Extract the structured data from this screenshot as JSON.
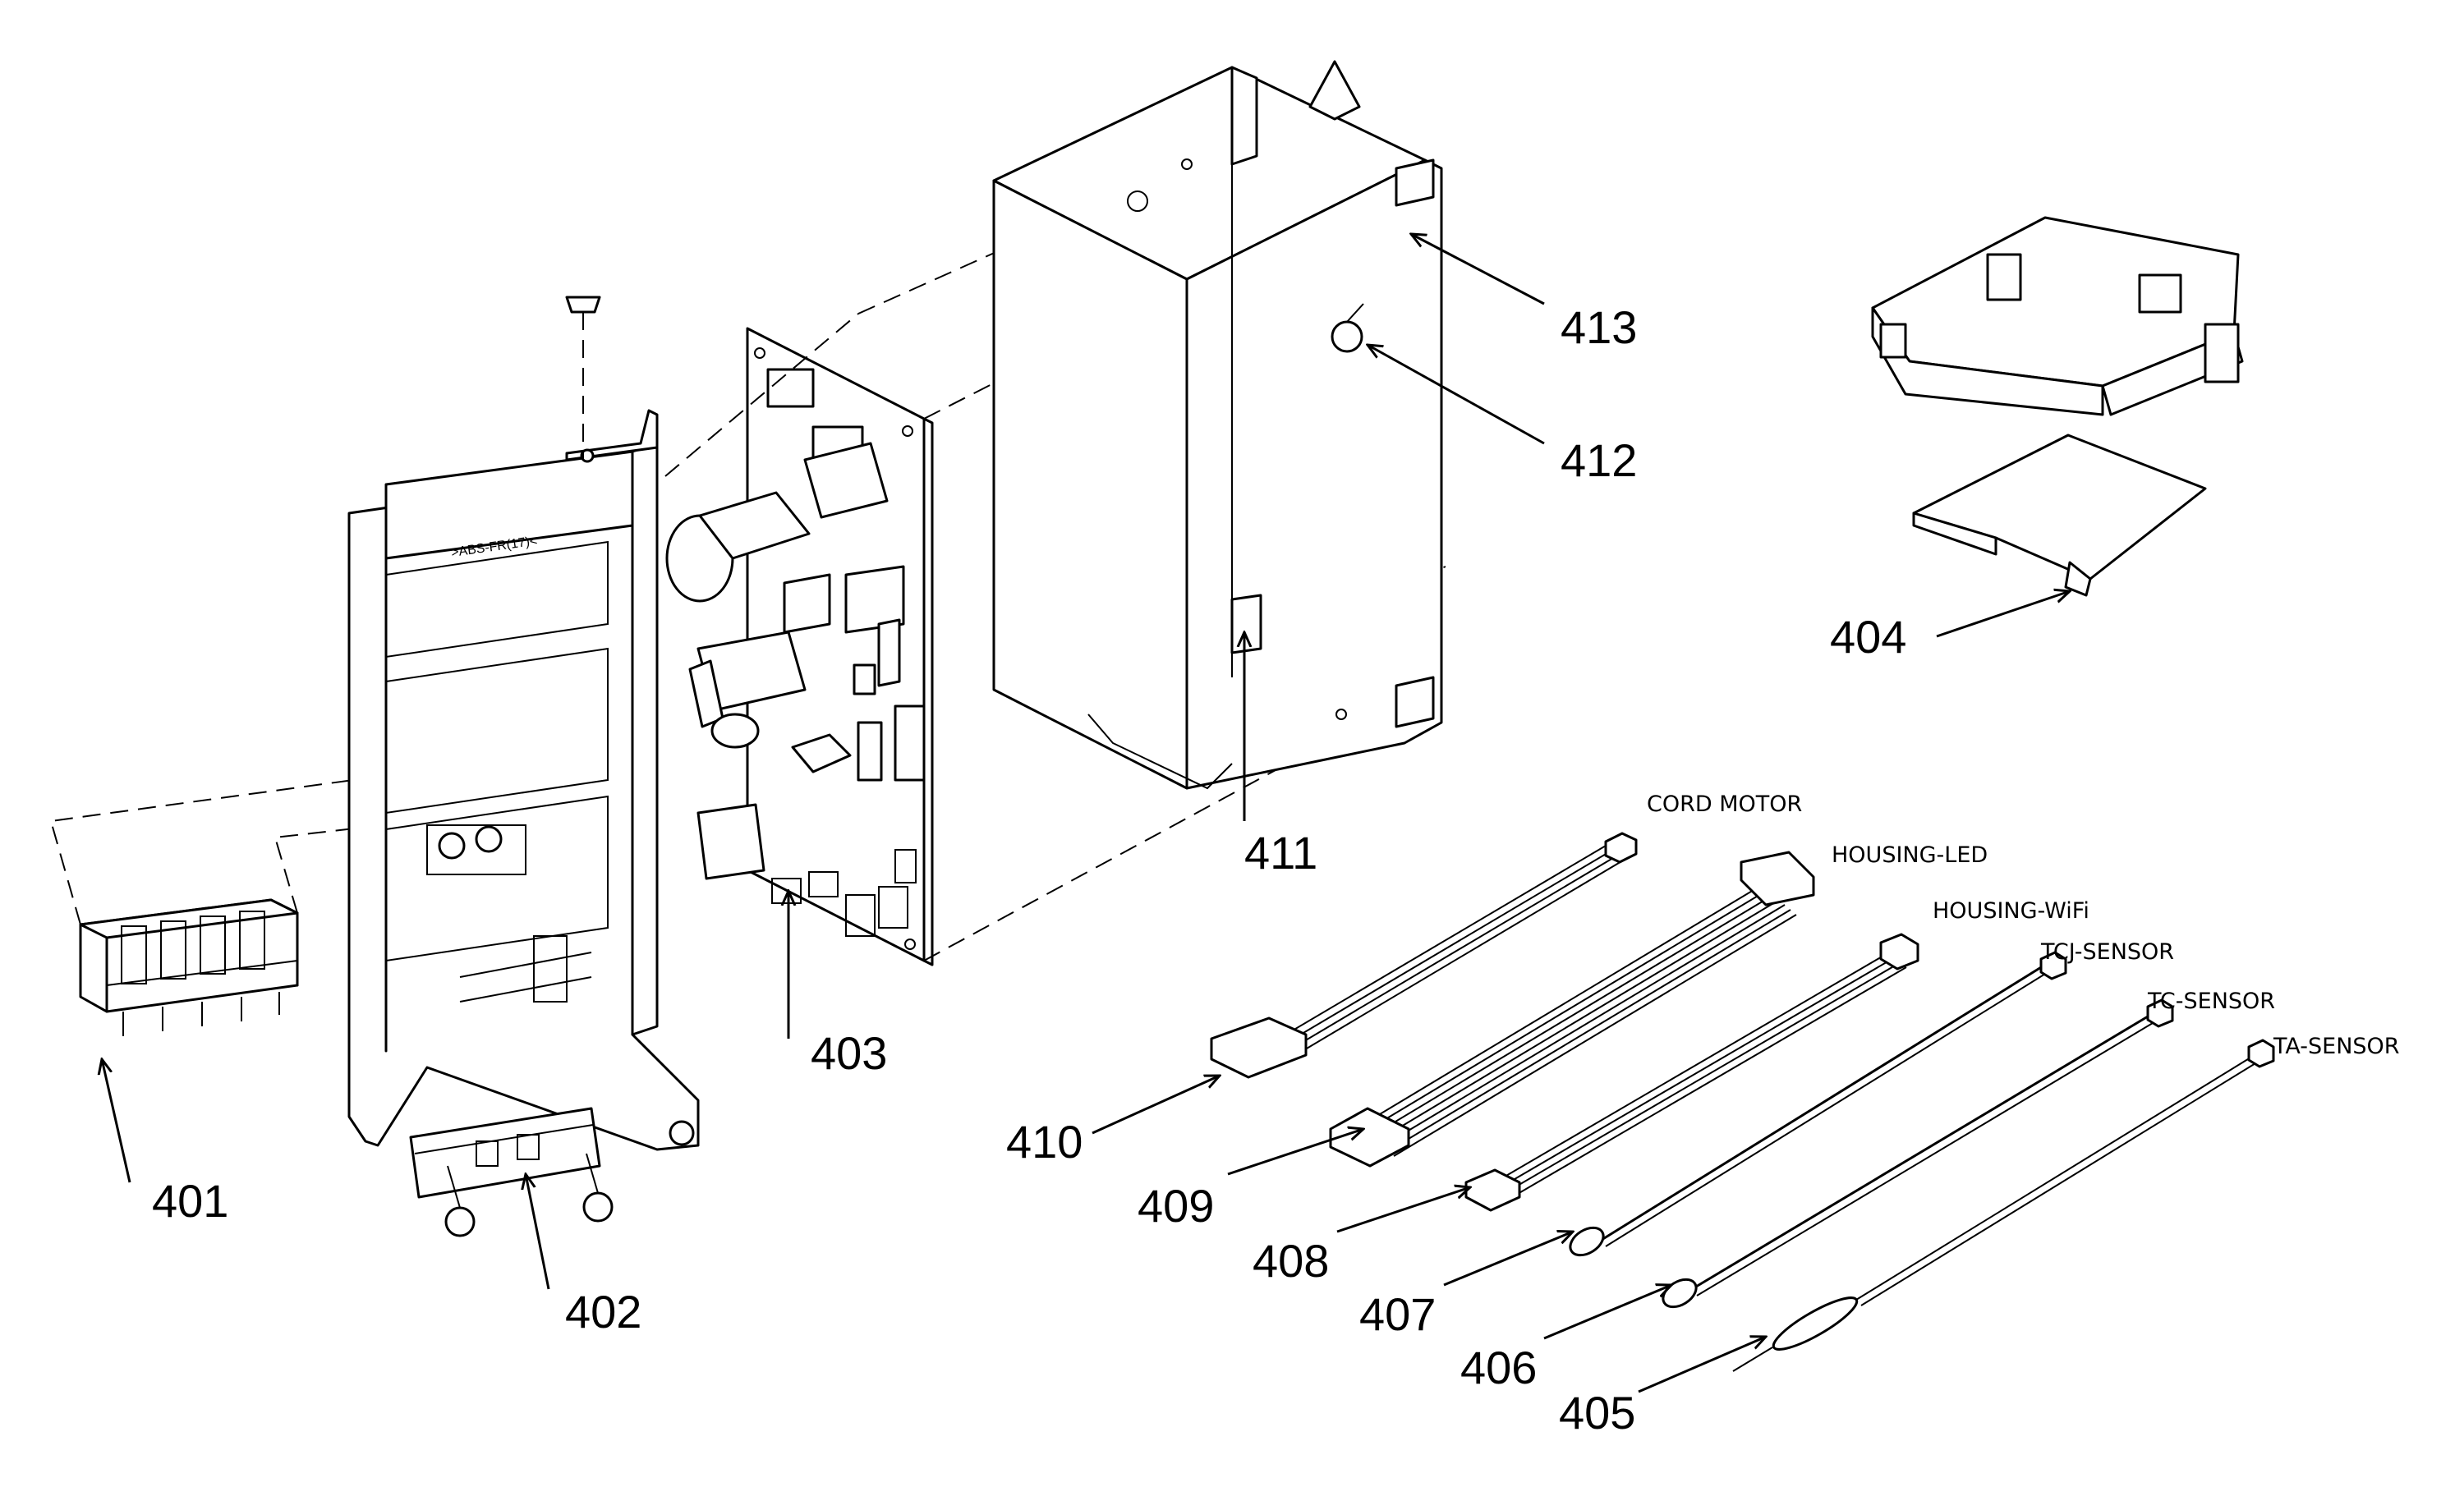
{
  "parts": {
    "p401": "401",
    "p402": "402",
    "p403": "403",
    "p404": "404",
    "p405": "405",
    "p406": "406",
    "p407": "407",
    "p408": "408",
    "p409": "409",
    "p410": "410",
    "p411": "411",
    "p412": "412",
    "p413": "413"
  },
  "wires": {
    "cord_motor": "CORD MOTOR",
    "housing_led": "HOUSING-LED",
    "housing_wifi": "HOUSING-WiFi",
    "tcj_sensor": "TCJ-SENSOR",
    "tc_sensor": "TC-SENSOR",
    "ta_sensor": "TA-SENSOR"
  },
  "markings": {
    "bracket_label": ">ABS-FR(17)<"
  }
}
